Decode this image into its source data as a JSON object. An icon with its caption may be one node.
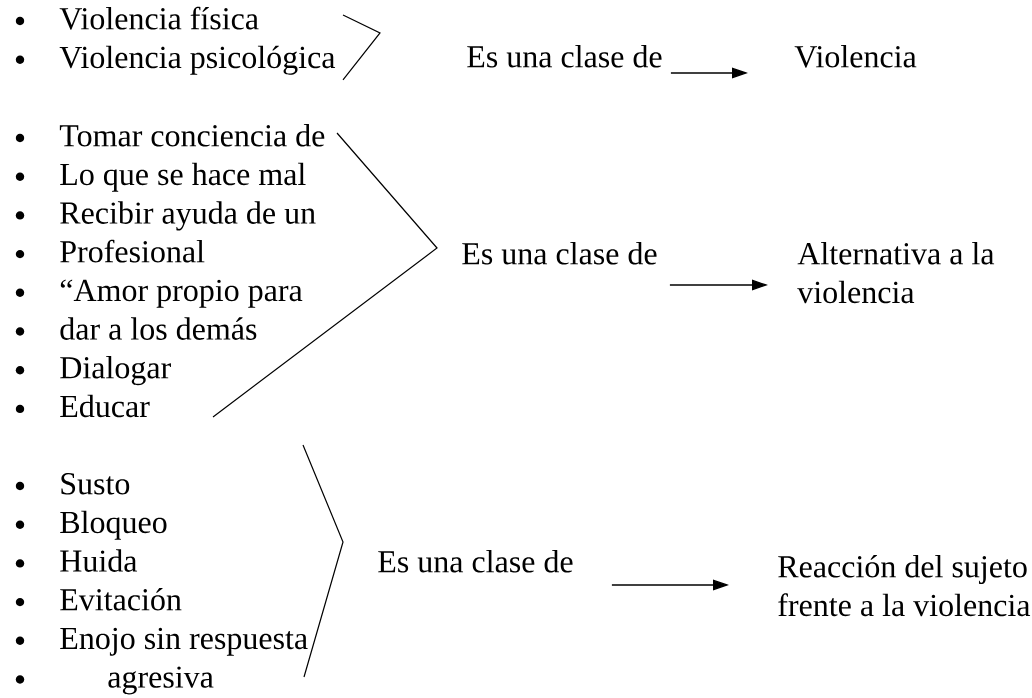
{
  "diagram": {
    "nodes": [
      {
        "text": [
          "Violencia física",
          "Violencia psicológica"
        ]
      },
      {
        "text": [
          "Es una clase de"
        ]
      },
      {
        "text": [
          "Violencia"
        ]
      },
      {
        "text": [
          "Tomar conciencia de",
          "Lo que se hace mal",
          "Recibir ayuda de un",
          "Profesional",
          "“Amor propio para",
          "dar a los demás",
          "Dialogar",
          "Educar"
        ]
      },
      {
        "text": [
          "Es una clase de"
        ]
      },
      {
        "text": [
          "Alternativa a la violencia"
        ]
      },
      {
        "text": [
          "Susto",
          "Bloqueo",
          "Huida",
          "Evitación",
          "Enojo sin respuesta",
          "agresiva"
        ]
      },
      {
        "text": [
          "Es una clase de"
        ]
      },
      {
        "text": [
          "Reacción del sujeto frente a la violencia"
        ]
      }
    ],
    "edges": [
      {
        "from": 1,
        "to": 2,
        "arrow": "to"
      },
      {
        "from": 4,
        "to": 5,
        "arrow": "to"
      },
      {
        "from": 7,
        "to": 8,
        "arrow": "to"
      }
    ]
  }
}
